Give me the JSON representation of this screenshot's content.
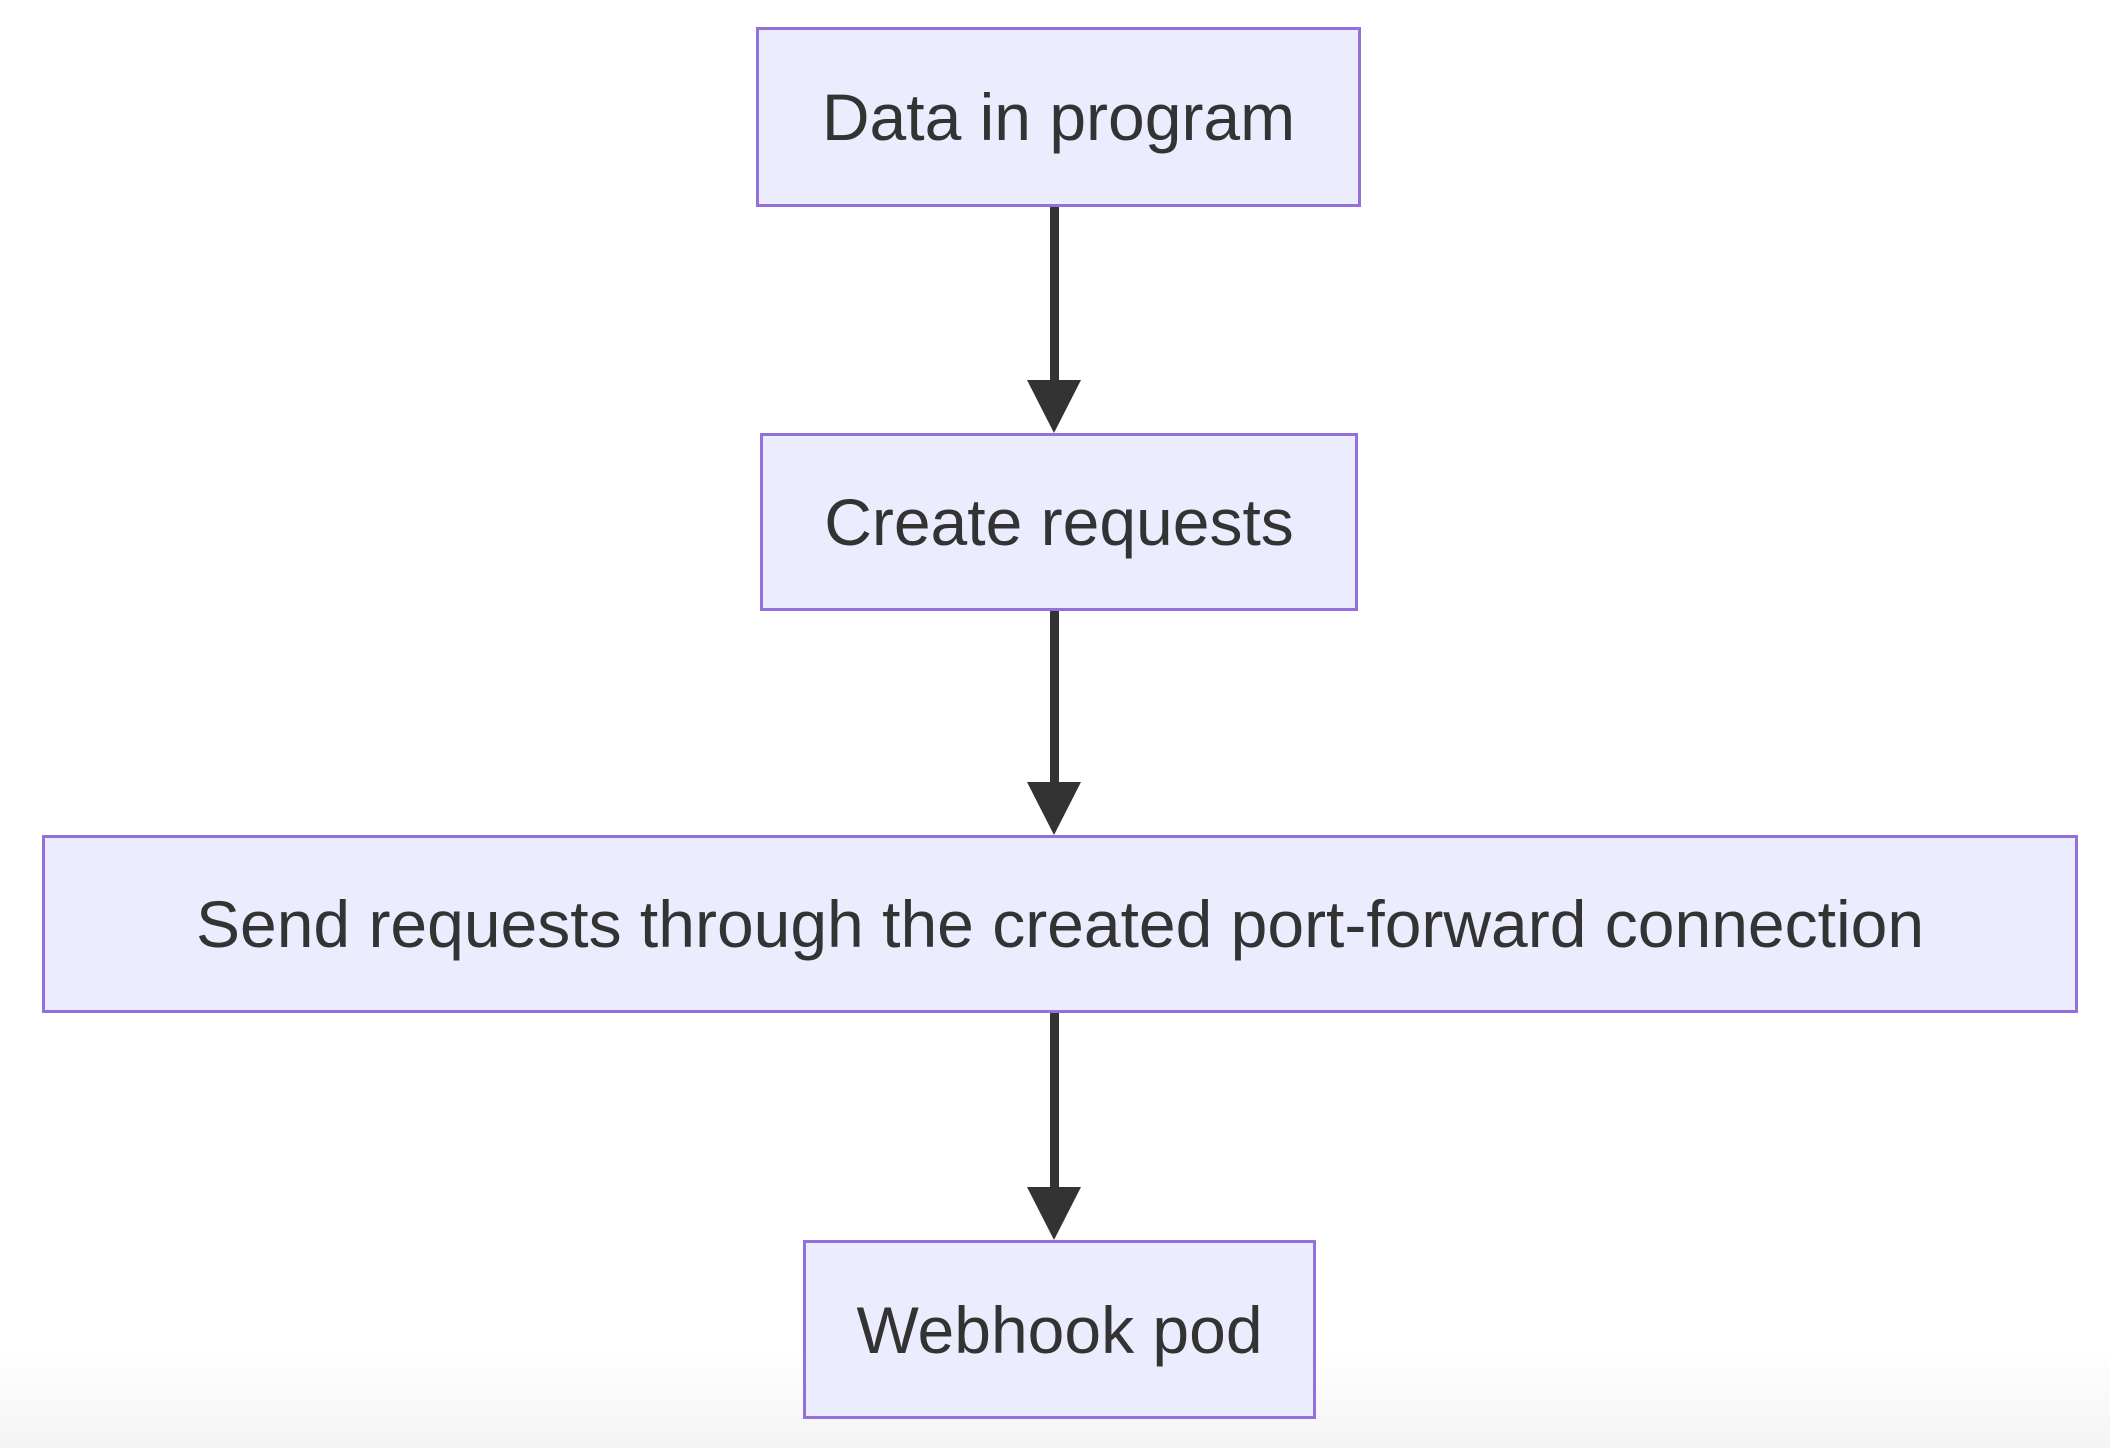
{
  "diagram": {
    "type": "flowchart",
    "direction": "top-down",
    "nodes": [
      {
        "id": "data-in-program",
        "label": "Data in program"
      },
      {
        "id": "create-requests",
        "label": "Create requests"
      },
      {
        "id": "send-requests",
        "label": "Send requests through the created port-forward connection"
      },
      {
        "id": "webhook-pod",
        "label": "Webhook pod"
      }
    ],
    "edges": [
      {
        "from": "data-in-program",
        "to": "create-requests",
        "style": "arrow-down"
      },
      {
        "from": "create-requests",
        "to": "send-requests",
        "style": "arrow-down"
      },
      {
        "from": "send-requests",
        "to": "webhook-pod",
        "style": "arrow-down"
      }
    ],
    "colors": {
      "node_fill": "#ECECFF",
      "node_border": "#9370DB",
      "text_color": "#333333",
      "arrow_color": "#333333",
      "bg_color": "#FFFFFF",
      "bg_bottom": "#F4F4F4"
    }
  }
}
